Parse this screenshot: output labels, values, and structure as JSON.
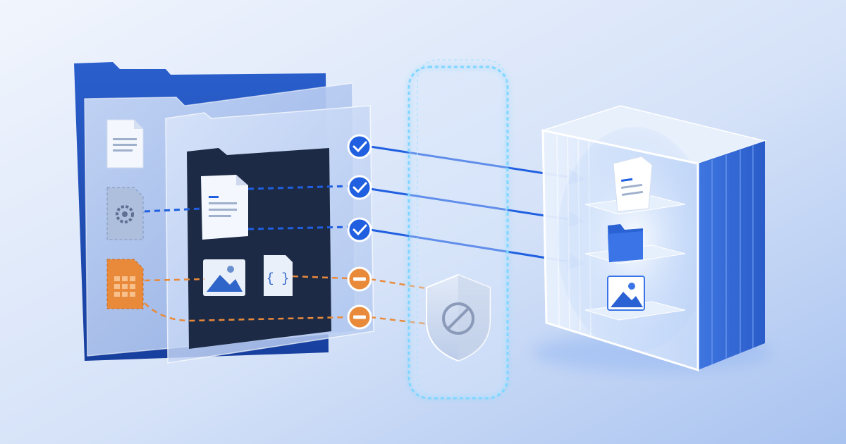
{
  "colors": {
    "background_light": "#eef3fc",
    "background_mid": "#b7cdf3",
    "folder_dark_blue": "#1f4fb8",
    "folder_glass": "#a9c2ee",
    "panel_dark": "#1d2a45",
    "allowed_blue": "#1f5fe0",
    "blocked_orange": "#e98a3a",
    "cube_blue": "#3b74e6",
    "glow_cyan": "#7fd6ff"
  },
  "source_folders": {
    "back_folder": {
      "icons": [
        "document-icon",
        "settings-file-icon",
        "spreadsheet-file-icon"
      ]
    },
    "front_folder": {
      "icons": [
        "text-document-icon",
        "image-file-icon",
        "code-file-icon"
      ]
    }
  },
  "filter_markers": [
    {
      "status": "allowed",
      "icon": "checkmark-icon"
    },
    {
      "status": "allowed",
      "icon": "checkmark-icon"
    },
    {
      "status": "allowed",
      "icon": "checkmark-icon"
    },
    {
      "status": "blocked",
      "icon": "minus-icon"
    },
    {
      "status": "blocked",
      "icon": "minus-icon"
    }
  ],
  "security_gate": {
    "icon": "shield-blocked-icon"
  },
  "destination_storage": {
    "shelves": [
      {
        "icon": "document-icon"
      },
      {
        "icon": "folder-icon"
      },
      {
        "icon": "image-icon"
      }
    ]
  }
}
